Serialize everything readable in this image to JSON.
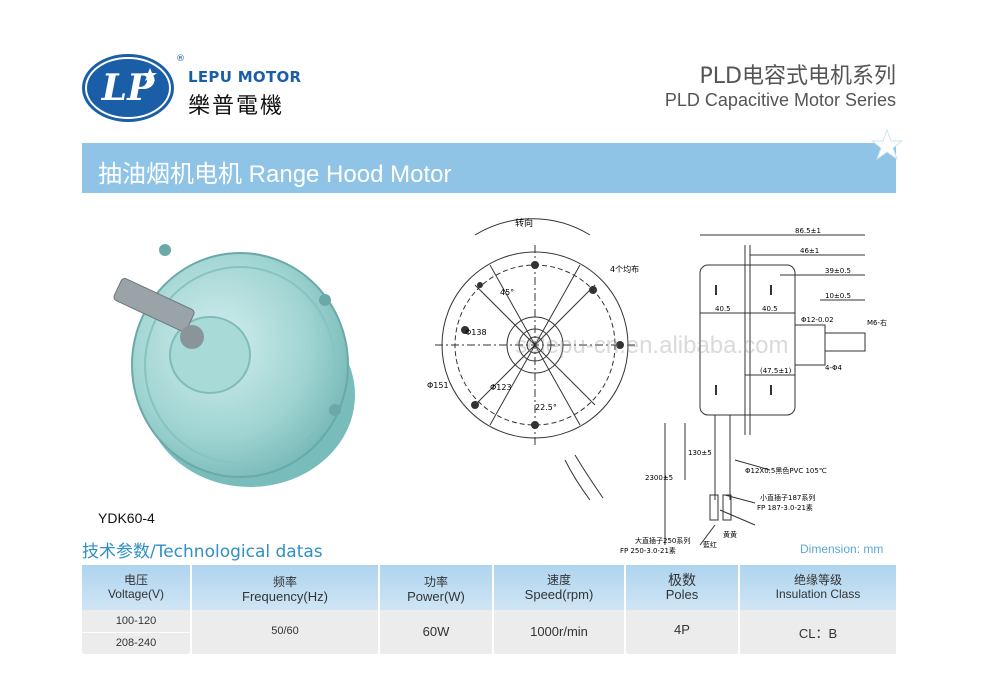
{
  "header": {
    "brand_en": "LEPU MOTOR",
    "brand_mark": "LP",
    "registered": "®",
    "brand_cn": "樂普電機",
    "series_cn": "PLD电容式电机系列",
    "series_en": "PLD Capacitive Motor Series"
  },
  "banner": {
    "title": "抽油烟机电机 Range Hood Motor"
  },
  "colors": {
    "brand_blue": "#1a5ea8",
    "banner": "#8fc4e6",
    "accent_text": "#2f8fc6",
    "table_header": "#b9dbf1",
    "table_body": "#ececec"
  },
  "drawing": {
    "watermark": "sdlepu-cn.en.alibaba.com",
    "front": {
      "rotation": "转向",
      "holes": "4个均布",
      "angle_45": "45°",
      "angle_22": "22.5°",
      "dia_138": "Φ138",
      "dia_123": "Φ123",
      "dia_151": "Φ151"
    },
    "side": {
      "d_865": "86.5±1",
      "d_46": "46±1",
      "d_39": "39±0.5",
      "d_10": "10±0.5",
      "d_405a": "40.5",
      "d_405b": "40.5",
      "d_475": "(47.5±1)",
      "d_12": "Φ12-0.02",
      "d_m6": "M6-右",
      "d_flat": "4-Φ4",
      "d_2300": "2300±5",
      "d_130": "130±5",
      "wire": "Φ12X0.5黑色PVC 105℃",
      "term_small": "小直插子187系列",
      "term_small_fp": "FP 187-3.0-21素",
      "term_big": "大直插子250系列",
      "term_big_fp": "FP 250-3.0-21素",
      "red": "藍红",
      "yellow": "黄黄"
    }
  },
  "model": "YDK60-4",
  "spec": {
    "title": "技术参数/Technological datas",
    "dimension": "Dimension: mm",
    "headers": [
      {
        "cn": "电压",
        "en": "Voltage(V)"
      },
      {
        "cn": "频率",
        "en": "Frequency(Hz)"
      },
      {
        "cn": "功率",
        "en": "Power(W)"
      },
      {
        "cn": "速度",
        "en": "Speed(rpm)"
      },
      {
        "cn": "极数",
        "en": "Poles"
      },
      {
        "cn": "绝缘等级",
        "en": "Insulation Class"
      }
    ],
    "voltage_rows": [
      "100-120",
      "208-240"
    ],
    "frequency": "50/60",
    "power": "60W",
    "speed": "1000r/min",
    "poles": "4P",
    "insulation": "CL：B"
  }
}
